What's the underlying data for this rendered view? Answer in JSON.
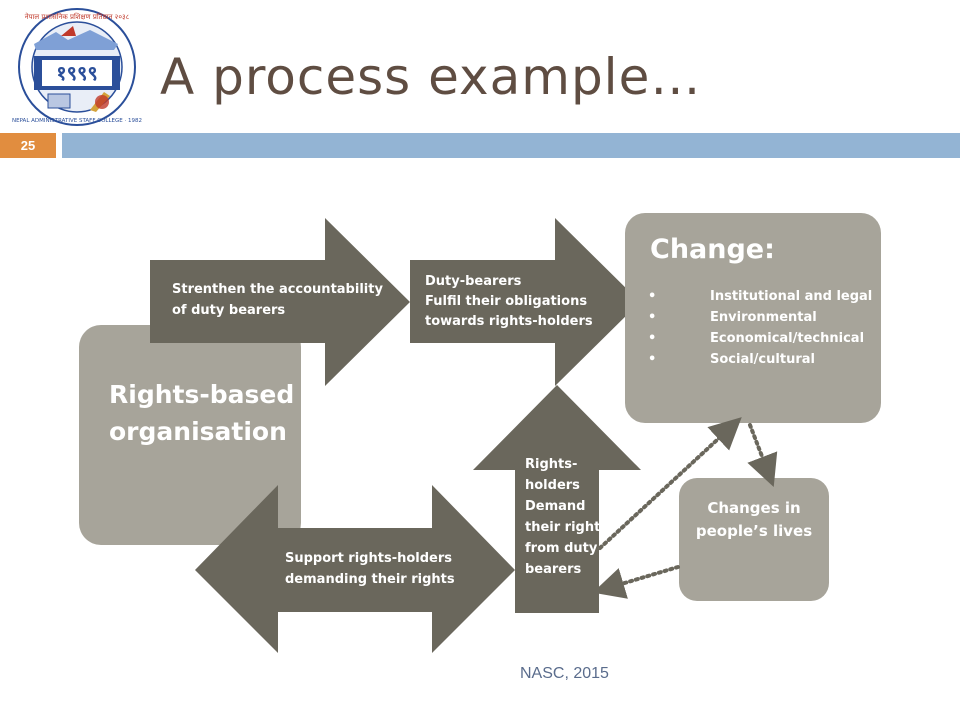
{
  "slide": {
    "title": "A process example…",
    "number": "25",
    "footer": "NASC, 2015"
  },
  "logo": {
    "emblem_text": "१९९९",
    "ring_text_top": "नेपाल प्रशासनिक प्रशिक्षण प्रतिष्ठान २०३८",
    "ring_text_bottom": "NEPAL ADMINISTRATIVE STAFF COLLEGE · 1982"
  },
  "diagram": {
    "organisation": {
      "line1": "Rights-based",
      "line2": "organisation"
    },
    "arrow_accountability": {
      "line1": "Strenthen the accountability",
      "line2": "of duty bearers"
    },
    "arrow_duty_bearers": {
      "line1": "Duty-bearers",
      "line2": "Fulfil their obligations",
      "line3": "towards rights-holders"
    },
    "change": {
      "heading": "Change:",
      "bullet": "•",
      "items": [
        "Institutional and legal",
        "Environmental",
        "Economical/technical",
        "Social/cultural"
      ]
    },
    "arrow_rights_holders": {
      "lines": [
        "Rights-",
        "holders",
        "Demand",
        "their rights",
        "from duty-",
        "bearers"
      ]
    },
    "changes_lives": {
      "line1": "Changes in",
      "line2": "people’s lives"
    },
    "arrow_support": {
      "line1": "Support rights-holders",
      "line2": "demanding their rights"
    },
    "colors": {
      "light_box": "#a7a49a",
      "dark_arrow": "#6a675c",
      "dotted": "#6a675c",
      "text": "#ffffff"
    }
  }
}
